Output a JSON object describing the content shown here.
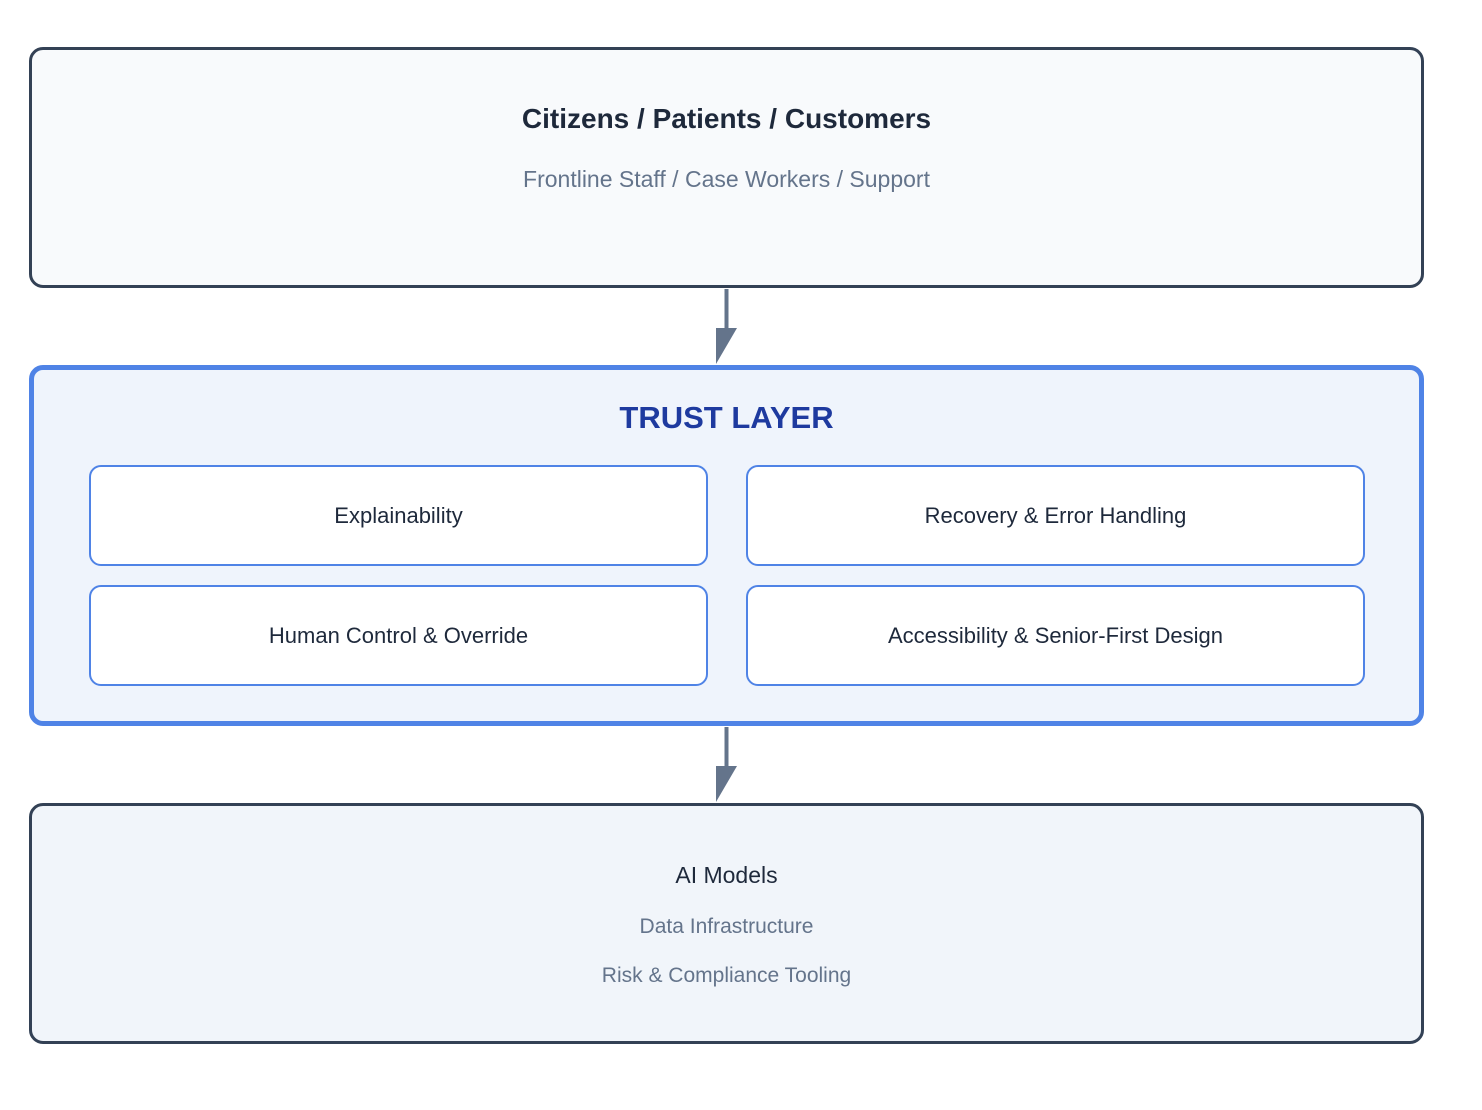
{
  "top_layer": {
    "title": "Citizens / Patients / Customers",
    "subtitle": "Frontline Staff / Case Workers / Support"
  },
  "trust_layer": {
    "title": "TRUST LAYER",
    "pillars": [
      "Explainability",
      "Recovery & Error Handling",
      "Human Control & Override",
      "Accessibility & Senior-First Design"
    ]
  },
  "bottom_layer": {
    "lines": [
      "AI Models",
      "Data Infrastructure",
      "Risk & Compliance Tooling"
    ]
  },
  "colors": {
    "outline_dark": "#334155",
    "trust_blue": "#4f83e6",
    "trust_title": "#1e3a9f",
    "arrow": "#64748b",
    "muted_text": "#64748b"
  }
}
